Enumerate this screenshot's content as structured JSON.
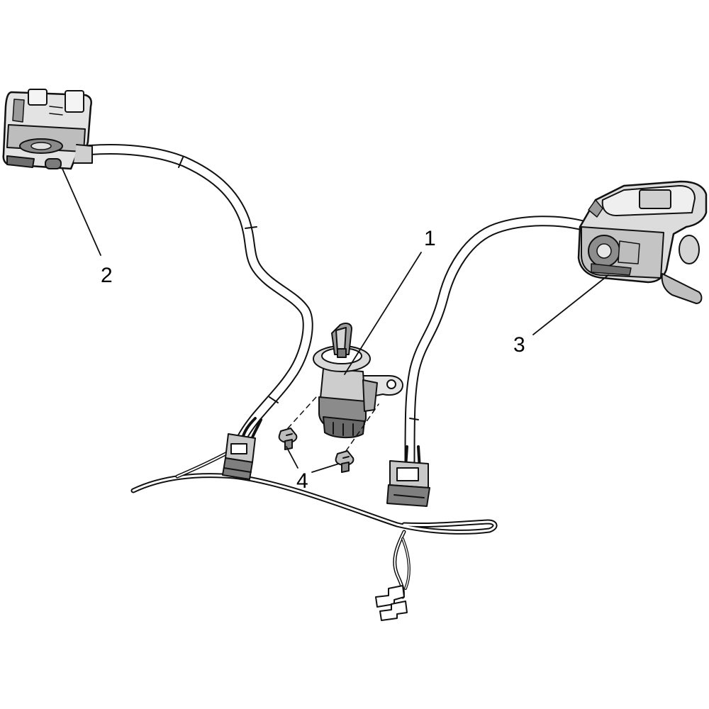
{
  "callouts": {
    "ignition_switch": "1",
    "left_handlebar_switch": "2",
    "right_handlebar_switch": "3",
    "screws": "4"
  },
  "colors": {
    "line": "#111111",
    "fill_light": "#ffffff",
    "fill_mid": "#d9d9d9",
    "fill_dark": "#8a8a8a"
  }
}
